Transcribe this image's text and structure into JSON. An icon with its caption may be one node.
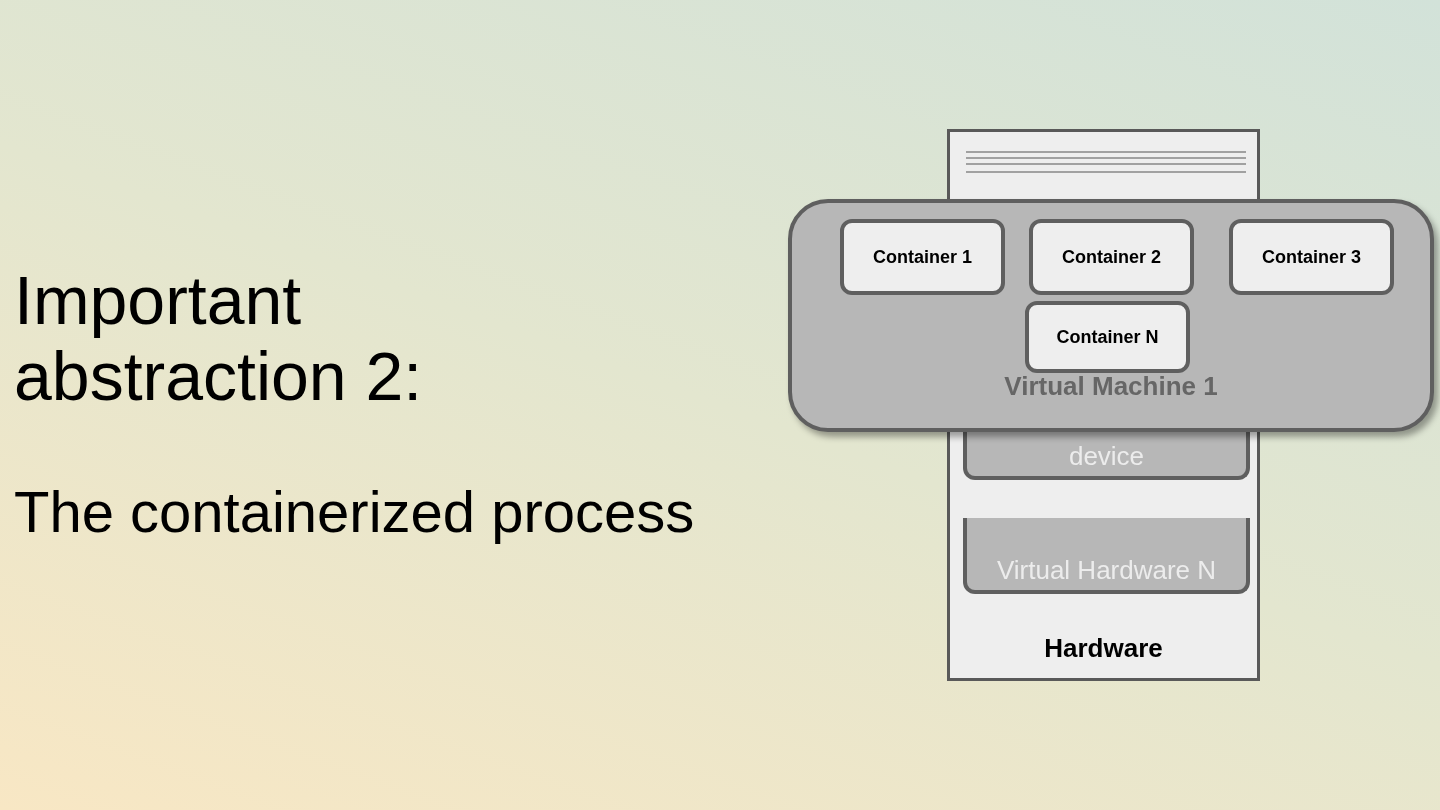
{
  "diagram": {
    "title": "Important abstraction 2:",
    "nodes": [
      {
        "text": [
          "Hardware"
        ]
      },
      {
        "text": [
          "device"
        ],
        "in": 0
      },
      {
        "text": [
          "Virtual Hardware N"
        ],
        "in": 0
      },
      {
        "text": [
          "Virtual Machine 1"
        ]
      },
      {
        "text": [
          "Container 1"
        ],
        "in": 3
      },
      {
        "text": [
          "Container 2"
        ],
        "in": 3
      },
      {
        "text": [
          "Container 3"
        ],
        "in": 3
      },
      {
        "text": [
          "Container N"
        ],
        "in": 3
      }
    ],
    "labels": [
      "The containerized process"
    ]
  }
}
